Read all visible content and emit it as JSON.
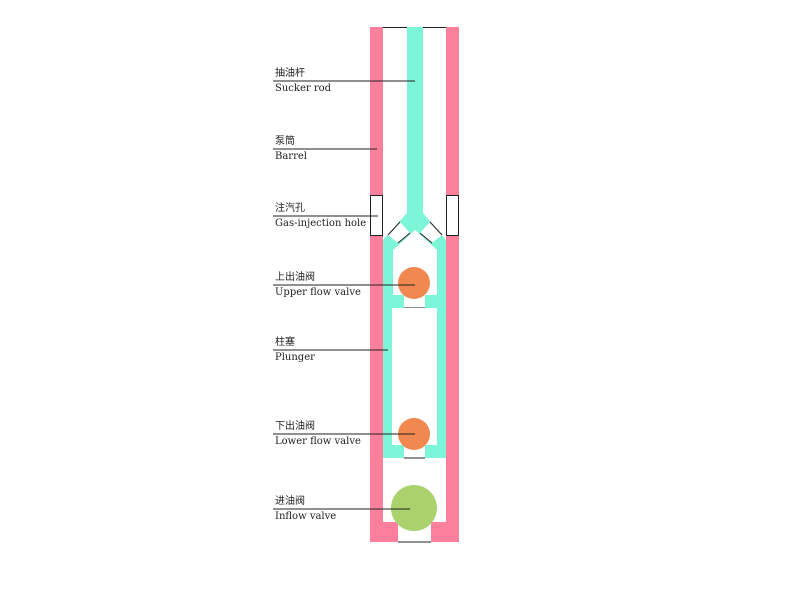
{
  "colors": {
    "barrel": "#fc7f9c",
    "plunger": "#7cf5d8",
    "valve": "#f08850",
    "inflow": "#a9d16c",
    "line": "#222222"
  },
  "labels": [
    {
      "zh": "抽油杆",
      "en": "Sucker rod"
    },
    {
      "zh": "泵筒",
      "en": "Barrel"
    },
    {
      "zh": "注汽孔",
      "en": "Gas-injection hole"
    },
    {
      "zh": "上出油阀",
      "en": "Upper flow valve"
    },
    {
      "zh": "柱塞",
      "en": "Plunger"
    },
    {
      "zh": "下出油阀",
      "en": "Lower flow valve"
    },
    {
      "zh": "进油阀",
      "en": "Inflow valve"
    }
  ]
}
